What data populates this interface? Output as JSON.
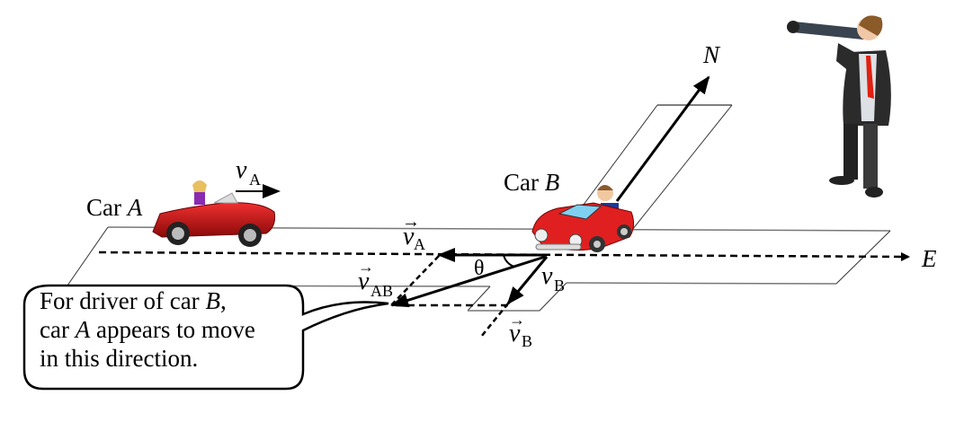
{
  "title": "Relative velocity of two cars moving east and southwest",
  "labels": {
    "car_a": "Car ",
    "car_a_letter": "A",
    "car_b": "Car ",
    "car_b_letter": "B",
    "north": "N",
    "east": "E",
    "theta": "θ",
    "v_symbol": "v",
    "sub_a": "A",
    "sub_b": "B",
    "sub_ab": "AB",
    "vector_arrow": "→"
  },
  "callout": {
    "line1_prefix": "For driver of car ",
    "line1_letter": "B",
    "line1_suffix": ",",
    "line2_prefix": "car ",
    "line2_letter": "A",
    "line2_suffix": " appears to move",
    "line3": "in this direction."
  },
  "colors": {
    "car_red": "#d01818",
    "suit": "#2b2b2b",
    "tie": "#e02010",
    "road_line": "#666666"
  },
  "figures": {
    "car_a_icon": "red-convertible-with-female-driver",
    "car_b_icon": "red-convertible-with-male-driver",
    "observer_icon": "man-with-telescope"
  }
}
